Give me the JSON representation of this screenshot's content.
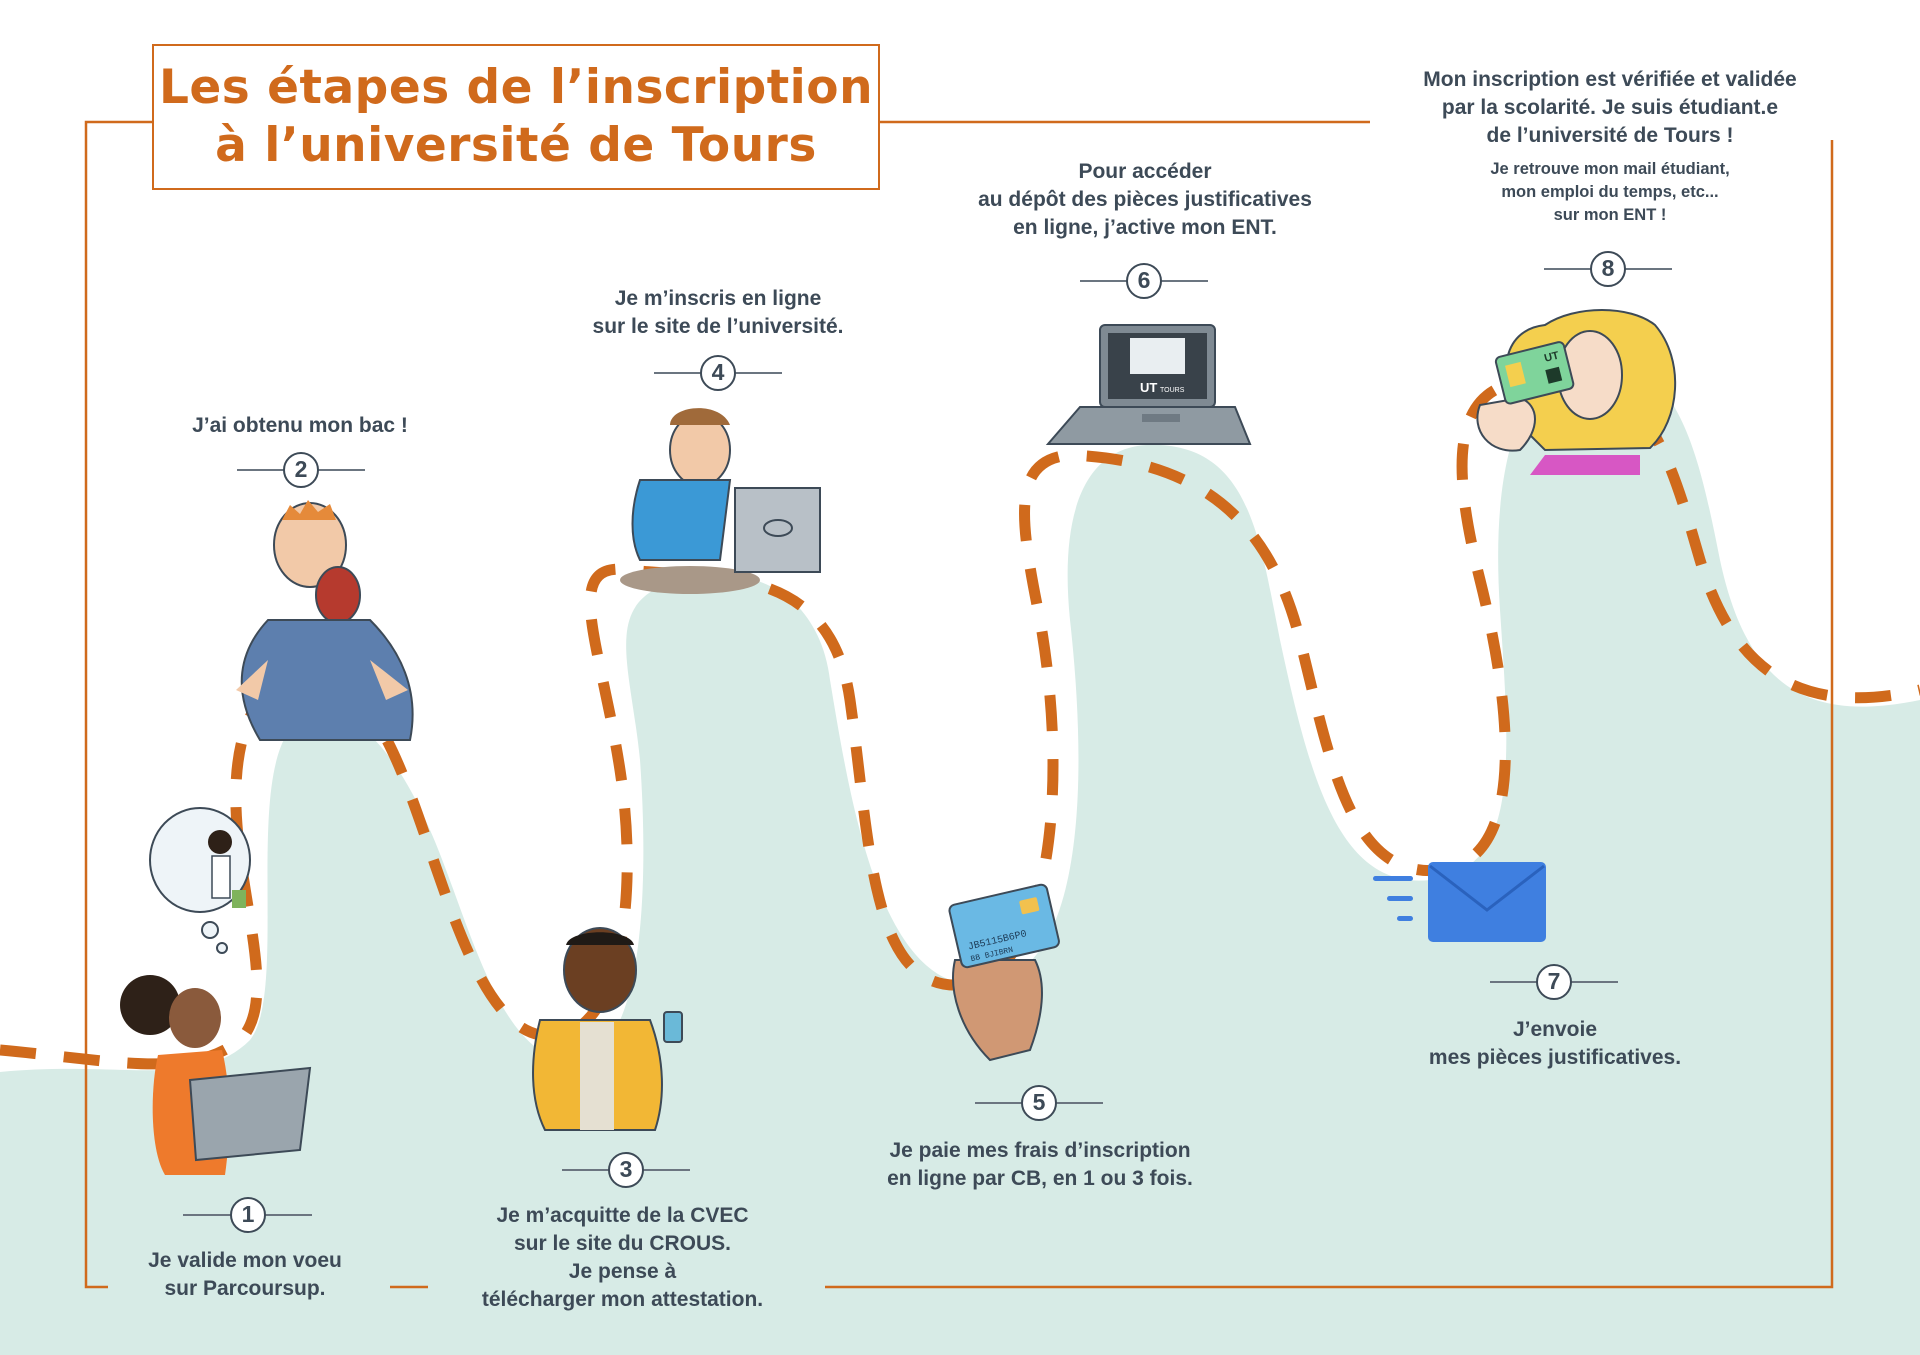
{
  "title": {
    "line1": "Les étapes de l’inscription",
    "line2": "à l’université de Tours"
  },
  "colors": {
    "accent_orange": "#d06a1c",
    "hill_mint": "#d7ebe6",
    "text_dark": "#3d4a57"
  },
  "steps": [
    {
      "number": "1",
      "lines": [
        "Je valide mon voeu",
        "sur Parcoursup."
      ]
    },
    {
      "number": "2",
      "lines": [
        "J’ai obtenu mon bac !"
      ]
    },
    {
      "number": "3",
      "lines": [
        "Je m’acquitte de la CVEC",
        "sur le site du CROUS.",
        "Je pense à",
        "télécharger mon attestation."
      ]
    },
    {
      "number": "4",
      "lines": [
        "Je m’inscris en ligne",
        "sur le site de l’université."
      ]
    },
    {
      "number": "5",
      "lines": [
        "Je paie mes frais d’inscription",
        "en ligne par CB, en 1 ou 3 fois."
      ]
    },
    {
      "number": "6",
      "lines": [
        "Pour accéder",
        "au dépôt des pièces justificatives",
        "en ligne, j’active mon ENT."
      ]
    },
    {
      "number": "7",
      "lines": [
        "J’envoie",
        "mes pièces justificatives."
      ]
    },
    {
      "number": "8",
      "lines": [
        "Mon inscription est vérifiée et validée",
        "par la scolarité. Je suis étudiant.e",
        "de l’université de Tours !"
      ],
      "sub_lines": [
        "Je retrouve mon mail étudiant,",
        "mon emploi du temps, etc...",
        "sur mon ENT !"
      ]
    }
  ],
  "illustrations": {
    "laptop_screen_logo": "UT",
    "laptop_screen_brand": "TOURS",
    "card_logo": "UT",
    "bank_card_number": "JB5115B6P0",
    "bank_card_name": "BB BJIBRN"
  }
}
